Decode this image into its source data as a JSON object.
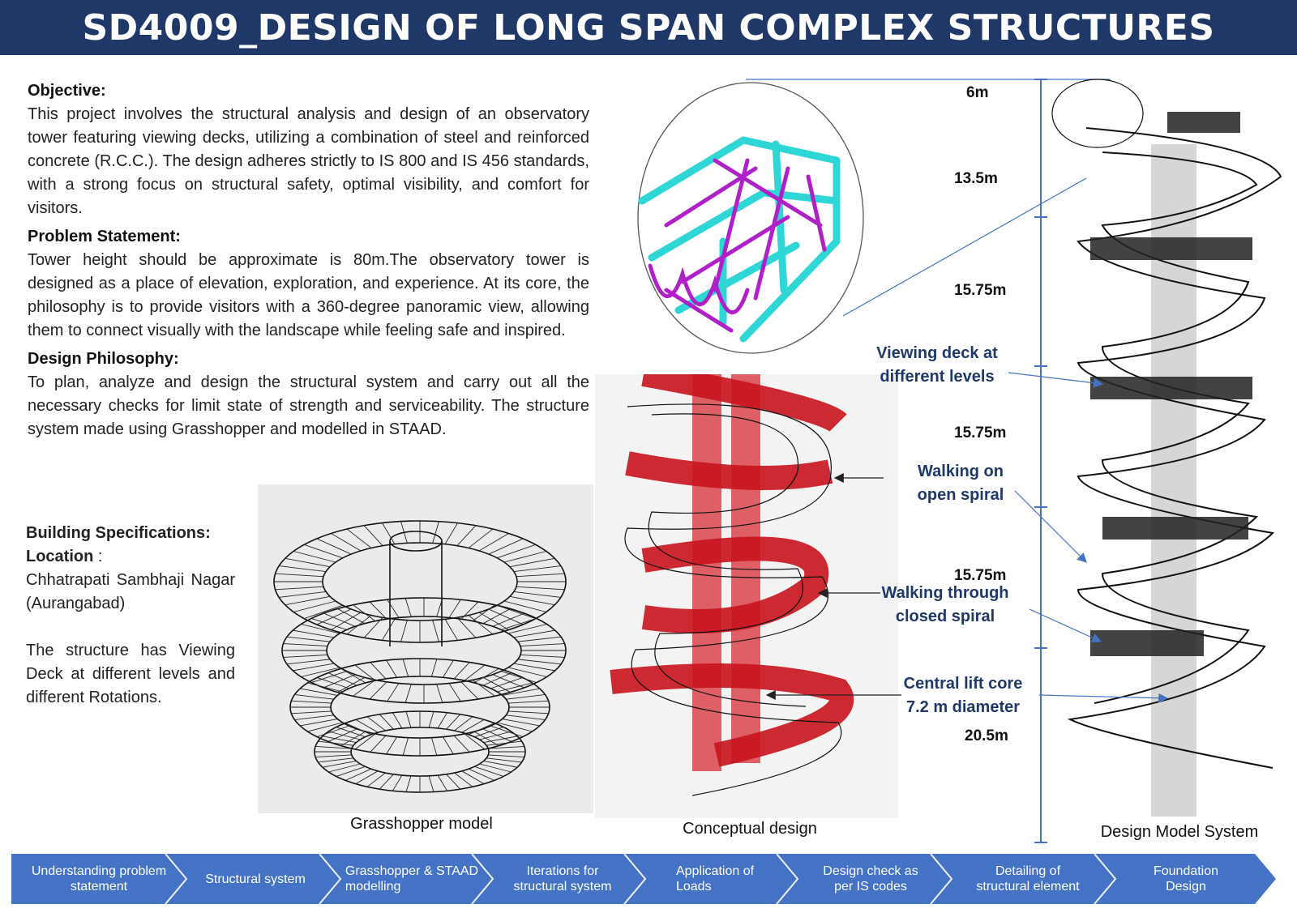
{
  "header": {
    "title": "SD4009_DESIGN OF LONG SPAN COMPLEX STRUCTURES"
  },
  "objective": {
    "heading": "Objective:",
    "text": "This project involves the structural analysis and design of an observatory tower featuring viewing decks, utilizing a combination of steel and reinforced concrete (R.C.C.). The design adheres strictly to IS 800 and IS 456 standards, with a strong focus on structural safety, optimal visibility, and comfort for visitors."
  },
  "problem": {
    "heading": "Problem Statement:",
    "text": "Tower height should be approximate is 80m.The observatory tower is designed as a place of elevation, exploration, and experience. At its core, the philosophy is to provide visitors with a 360-degree panoramic view, allowing them to connect visually with the landscape while feeling safe and inspired."
  },
  "philosophy": {
    "heading": "Design Philosophy:",
    "text": "To plan, analyze and design the structural system and carry out all the necessary checks for limit state of strength and serviceability. The structure system made using Grasshopper and modelled in STAAD."
  },
  "specifications": {
    "heading": "Building Specifications:",
    "location_label": "Location",
    "location_sep": " :",
    "location_value": "Chhatrapati Sambhaji Nagar (Aurangabad)",
    "description": "The structure has Viewing Deck at different levels and different Rotations."
  },
  "captions": {
    "grasshopper": "Grasshopper model",
    "conceptual": "Conceptual design",
    "design_model": "Design Model System"
  },
  "dimensions": [
    "6m",
    "13.5m",
    "15.75m",
    "15.75m",
    "15.75m",
    "20.5m"
  ],
  "callouts": {
    "viewing_deck": [
      "Viewing deck at",
      "different levels"
    ],
    "open_spiral": [
      "Walking on",
      "open spiral"
    ],
    "closed_spiral": [
      "Walking through",
      "closed spiral"
    ],
    "lift_core": [
      "Central lift core",
      "7.2 m diameter"
    ]
  },
  "process_steps": [
    [
      "Understanding problem",
      "statement"
    ],
    [
      "Structural system"
    ],
    [
      "Grasshopper & STAAD",
      "modelling"
    ],
    [
      "Iterations for",
      "structural system"
    ],
    [
      "Application of",
      "Loads"
    ],
    [
      "Design check as",
      "per IS codes"
    ],
    [
      "Detailing of",
      "structural element"
    ],
    [
      "Foundation",
      "Design"
    ]
  ],
  "colors": {
    "header_bg": "#1f3868",
    "process_bg": "#4472c4",
    "callout_text": "#1f3868",
    "truss_cyan": "#2ed6d6",
    "truss_magenta": "#b020c8",
    "concept_red": "#c8141e"
  }
}
